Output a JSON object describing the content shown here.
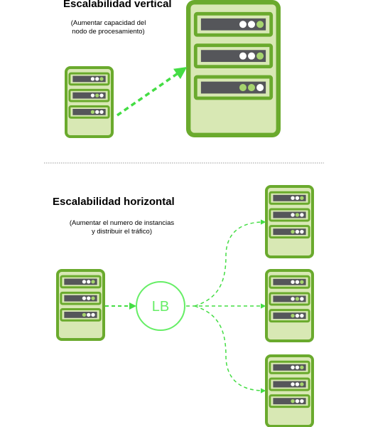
{
  "vertical": {
    "title": "Escalabilidad vertical",
    "subtitle_line1": "(Aumentar capacidad del",
    "subtitle_line2": "nodo de procesamiento)"
  },
  "horizontal": {
    "title": "Escalabilidad horizontal",
    "subtitle_line1": "(Aumentar el numero de instancias",
    "subtitle_line2": "y distribuir el tráfico)"
  },
  "load_balancer": {
    "label": "LB"
  },
  "colors": {
    "server_border": "#6aaa2d",
    "server_fill": "#d8e8b4",
    "drive_fill": "#55565a",
    "led_white": "#ffffff",
    "led_green": "#a6d46e",
    "arrow": "#44dd44",
    "separator": "#999999"
  }
}
